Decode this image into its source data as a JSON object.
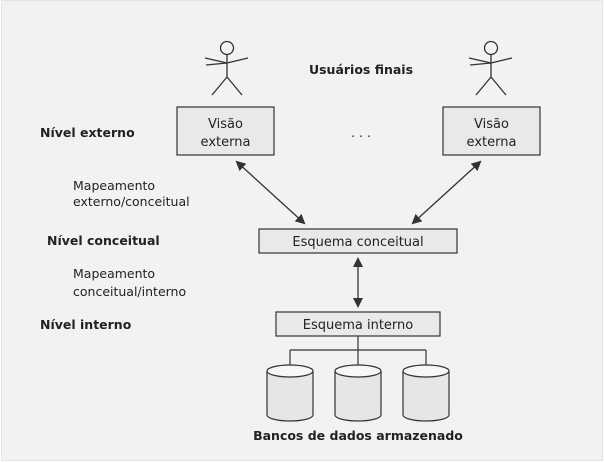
{
  "labels": {
    "end_users": "Usuários finais",
    "external_level": "Nível externo",
    "conceptual_level": "Nível conceitual",
    "internal_level": "Nível interno",
    "ext_conc_mapping_line1": "Mapeamento",
    "ext_conc_mapping_line2": "externo/conceitual",
    "conc_int_mapping_line1": "Mapeamento",
    "conc_int_mapping_line2": "conceitual/interno",
    "ellipsis": ". . .",
    "stored_database": "Bancos de dados armazenado"
  },
  "boxes": {
    "external_view_left_line1": "Visão",
    "external_view_left_line2": "externa",
    "external_view_right_line1": "Visão",
    "external_view_right_line2": "externa",
    "conceptual_schema": "Esquema conceitual",
    "internal_schema": "Esquema interno"
  },
  "colors": {
    "background": "#f2f2f2",
    "box_fill": "#e9e9e9",
    "line": "#333333"
  }
}
